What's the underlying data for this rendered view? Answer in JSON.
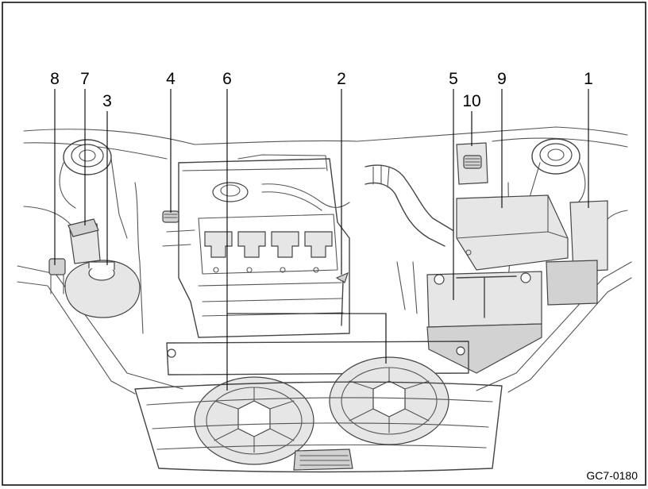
{
  "callouts": [
    {
      "n": "8"
    },
    {
      "n": "7"
    },
    {
      "n": "3"
    },
    {
      "n": "4"
    },
    {
      "n": "6"
    },
    {
      "n": "2"
    },
    {
      "n": "5"
    },
    {
      "n": "10"
    },
    {
      "n": "9"
    },
    {
      "n": "1"
    }
  ],
  "figure_code": "GC7-0180"
}
